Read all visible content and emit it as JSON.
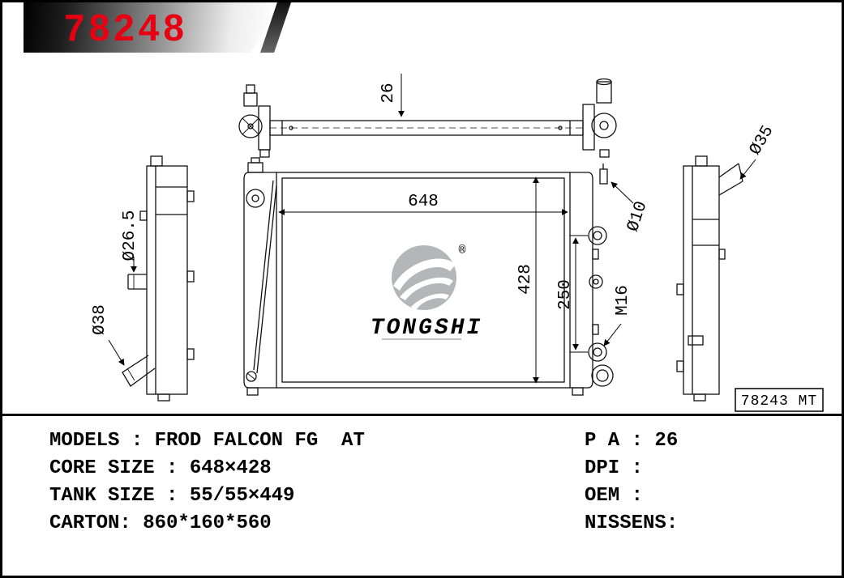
{
  "page": {
    "badge_part_number": "78248",
    "ref_box": "78243 MT"
  },
  "logo": {
    "name": "TONGSHI",
    "registered_mark": "®"
  },
  "dimensions": {
    "top_view_thickness": "26",
    "core_width": "648",
    "core_height": "428",
    "fitting_span": "250",
    "thread_size": "M16",
    "bolt_dia": "Ø10",
    "left_upper_pipe_dia": "Ø26.5",
    "left_lower_pipe_dia": "Ø38",
    "right_pipe_dia": "Ø35"
  },
  "specs": {
    "left": [
      "MODELS : FROD FALCON FG  AT",
      "CORE SIZE : 648×428",
      "TANK SIZE : 55/55×449",
      "CARTON: 860*160*560"
    ],
    "right": [
      "P A : 26",
      "DPI :",
      "OEM :",
      "NISSENS:"
    ]
  }
}
